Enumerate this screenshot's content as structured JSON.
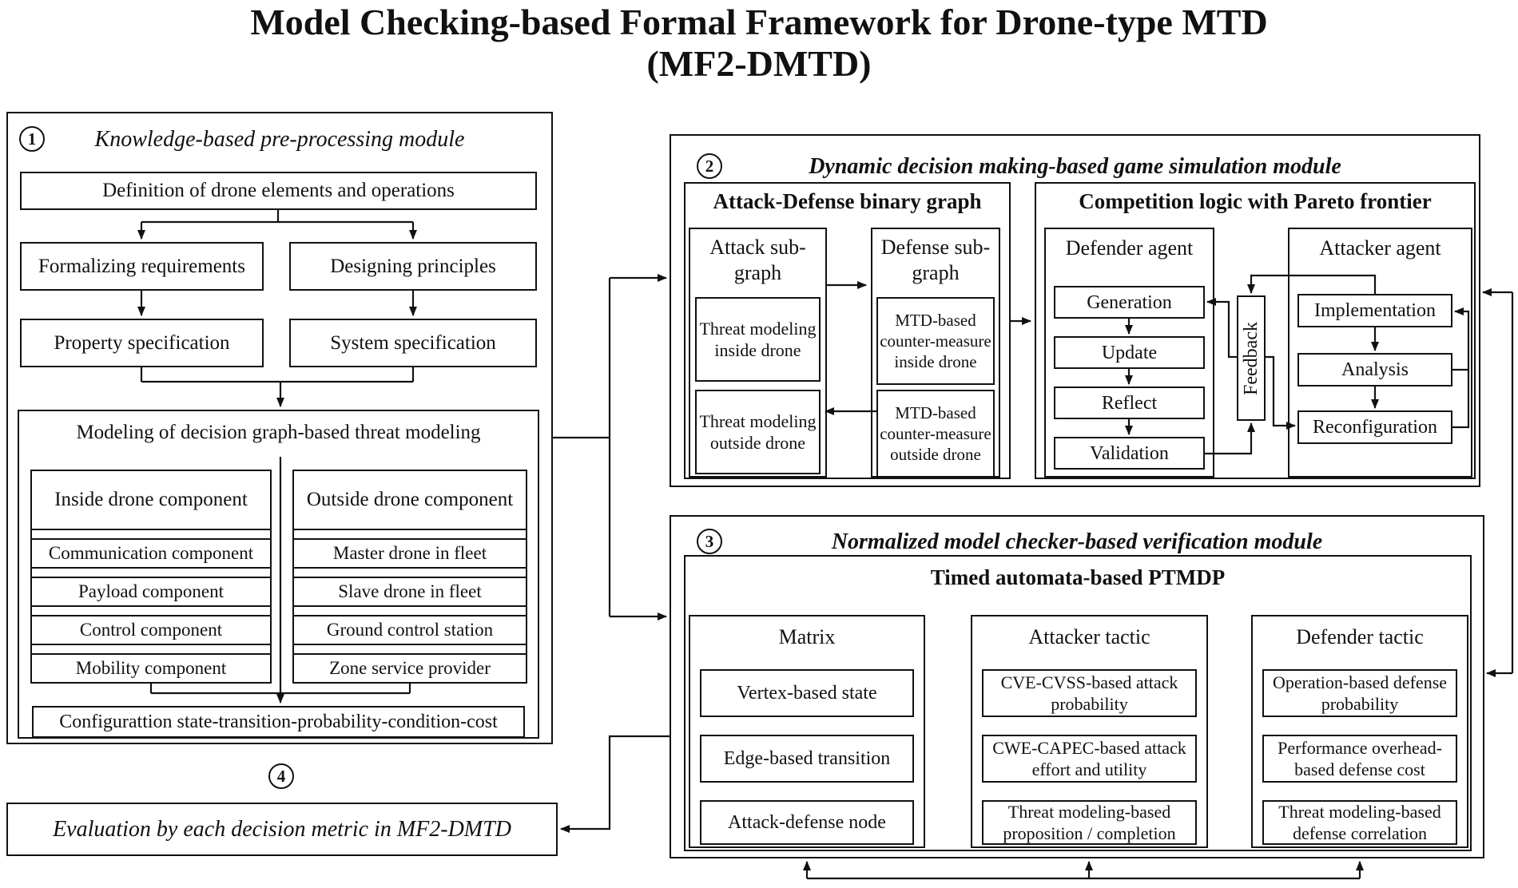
{
  "title": {
    "line1": "Model Checking-based Formal Framework for Drone-type MTD",
    "line2": "(MF2-DMTD)"
  },
  "m1": {
    "num": "1",
    "title": "Knowledge-based pre-processing module",
    "definition": "Definition of drone elements and operations",
    "formalizing": "Formalizing requirements",
    "designing": "Designing principles",
    "property": "Property specification",
    "system": "System specification",
    "modeling": "Modeling of decision graph-based threat modeling",
    "inside": {
      "header": "Inside drone component",
      "rows": [
        "Communication component",
        "Payload component",
        "Control component",
        "Mobility component"
      ]
    },
    "outside": {
      "header": "Outside drone component",
      "rows": [
        "Master drone in fleet",
        "Slave drone in fleet",
        "Ground control station",
        "Zone service provider"
      ]
    },
    "config": "Configurattion state-transition-probability-condition-cost"
  },
  "m2": {
    "num": "2",
    "title": "Dynamic decision making-based game simulation module",
    "binary_graph_title": "Attack-Defense binary graph",
    "attack_subgraph": "Attack sub-graph",
    "threat_inside": "Threat modeling inside drone",
    "threat_outside": "Threat modeling outside drone",
    "defense_subgraph": "Defense sub-graph",
    "mtd_inside": "MTD-based counter-measure inside drone",
    "mtd_outside": "MTD-based counter-measure outside drone",
    "competition_title": "Competition logic with Pareto frontier",
    "defender_agent": "Defender agent",
    "defender_steps": [
      "Generation",
      "Update",
      "Reflect",
      "Validation"
    ],
    "feedback": "Feedback",
    "attacker_agent": "Attacker agent",
    "attacker_steps": [
      "Implementation",
      "Analysis",
      "Reconfiguration"
    ]
  },
  "m3": {
    "num": "3",
    "title": "Normalized model checker-based verification module",
    "ptmdp_title": "Timed automata-based PTMDP",
    "matrix": {
      "header": "Matrix",
      "rows": [
        "Vertex-based state",
        "Edge-based transition",
        "Attack-defense node"
      ]
    },
    "attacker_tactic": {
      "header": "Attacker tactic",
      "rows": [
        "CVE-CVSS-based attack probability",
        "CWE-CAPEC-based attack effort and utility",
        "Threat modeling-based proposition / completion"
      ]
    },
    "defender_tactic": {
      "header": "Defender tactic",
      "rows": [
        "Operation-based defense probability",
        "Performance overhead-based defense cost",
        "Threat modeling-based defense correlation"
      ]
    }
  },
  "m4": {
    "num": "4",
    "label": "Evaluation by each decision metric in MF2-DMTD"
  },
  "colors": {
    "ink": "#111111",
    "background": "#ffffff"
  }
}
